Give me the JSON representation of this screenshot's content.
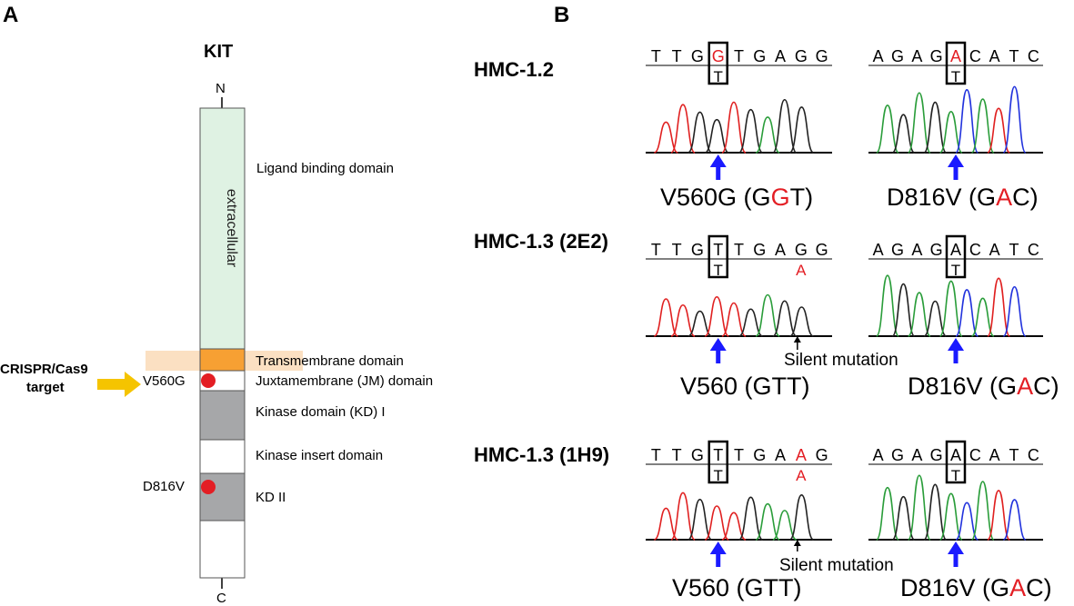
{
  "panel_a": {
    "letter": "A",
    "protein_name": "KIT",
    "n_term": "N",
    "c_term": "C",
    "extracellular_label": "extracellular",
    "domains": [
      {
        "name": "Ligand binding domain",
        "color": "#dff2e3"
      },
      {
        "name": "Transmembrane domain",
        "color": "#f7a033"
      },
      {
        "name": "Juxtamembrane (JM) domain",
        "color": "#ffffff"
      },
      {
        "name": "Kinase domain (KD) I",
        "color": "#a6a7a9"
      },
      {
        "name": "Kinase insert domain",
        "color": "#ffffff"
      },
      {
        "name": "KD II",
        "color": "#a6a7a9"
      }
    ],
    "mutations": [
      "V560G",
      "D816V"
    ],
    "crispr_label_line1": "CRISPR/Cas9",
    "crispr_label_line2": "target",
    "mutation_color": "#e31e24",
    "arrow_color": "#f5c400"
  },
  "panel_b": {
    "letter": "B",
    "samples": [
      {
        "name": "HMC-1.2",
        "v560": {
          "bases": [
            "T",
            "T",
            "G",
            "G",
            "T",
            "G",
            "A",
            "G",
            "G"
          ],
          "mutant_base": "T",
          "caption_prefix": "V560G (G",
          "caption_highlight": "G",
          "caption_suffix": "T)"
        },
        "d816": {
          "bases": [
            "A",
            "G",
            "A",
            "G",
            "A",
            "C",
            "A",
            "T",
            "C"
          ],
          "mutant_base": "T",
          "caption_prefix": "D816V (G",
          "caption_highlight": "A",
          "caption_suffix": "C)"
        }
      },
      {
        "name": "HMC-1.3 (2E2)",
        "v560": {
          "bases": [
            "T",
            "T",
            "G",
            "T",
            "T",
            "G",
            "A",
            "G",
            "G"
          ],
          "mutant_base": "T",
          "silent_base": "A",
          "silent_label": "Silent mutation",
          "caption_prefix": "V560 (GTT)",
          "caption_highlight": "",
          "caption_suffix": ""
        },
        "d816": {
          "bases": [
            "A",
            "G",
            "A",
            "G",
            "A",
            "C",
            "A",
            "T",
            "C"
          ],
          "mutant_base": "T",
          "caption_prefix": "D816V (G",
          "caption_highlight": "A",
          "caption_suffix": "C)"
        }
      },
      {
        "name": "HMC-1.3 (1H9)",
        "v560": {
          "bases": [
            "T",
            "T",
            "G",
            "T",
            "T",
            "G",
            "A",
            "A",
            "G"
          ],
          "mutant_base": "T",
          "silent_base": "A",
          "silent_label": "Silent mutation",
          "caption_prefix": "V560 (GTT)",
          "caption_highlight": "",
          "caption_suffix": ""
        },
        "d816": {
          "bases": [
            "A",
            "G",
            "A",
            "G",
            "A",
            "C",
            "A",
            "T",
            "C"
          ],
          "mutant_base": "T",
          "caption_prefix": "D816V (G",
          "caption_highlight": "A",
          "caption_suffix": "C)"
        }
      }
    ],
    "highlight_color": "#e31e24",
    "marker_arrow_color": "#1a1aff",
    "trace_colors": {
      "A": "#2a9d3a",
      "C": "#2233dd",
      "G": "#222222",
      "T": "#e02020"
    }
  }
}
